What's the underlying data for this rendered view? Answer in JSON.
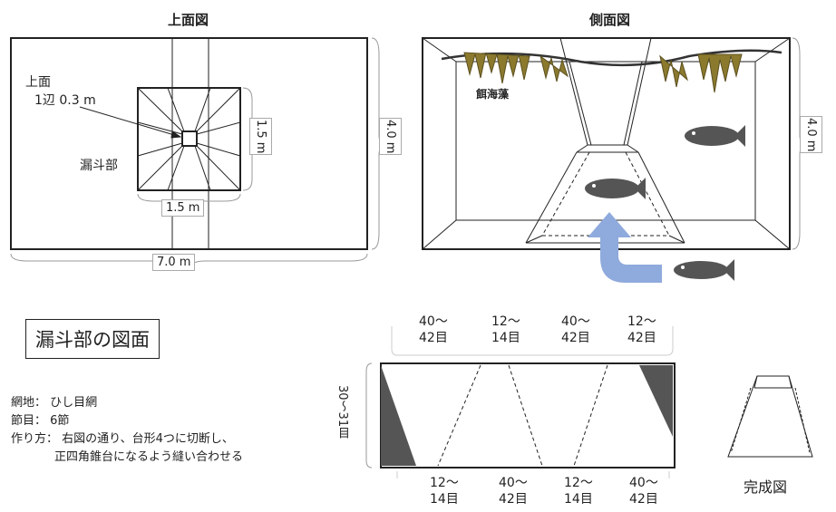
{
  "top_view": {
    "title": "上面図",
    "top_label_1": "上面",
    "top_label_2": "1辺 0.3 m",
    "funnel_label": "漏斗部",
    "dim_width": "7.0 m",
    "dim_height": "4.0 m",
    "dim_inner_w": "1.5 m",
    "dim_inner_h": "1.5 m"
  },
  "side_view": {
    "title": "側面図",
    "seaweed_label": "餌海藻",
    "dim_height": "4.0 m"
  },
  "funnel_drawing": {
    "title": "漏斗部の図面",
    "spec_net": "網地： ひし目網",
    "spec_mesh": "節目： 6節",
    "spec_method_1": "作り方： 右図の通り、台形4つに切断し、",
    "spec_method_2": "正四角錐台になるよう縫い合わせる",
    "left_dim_1": "30〜",
    "left_dim_2": "31目",
    "top_nums": [
      {
        "a": "40〜",
        "b": "42目"
      },
      {
        "a": "12〜",
        "b": "14目"
      },
      {
        "a": "40〜",
        "b": "42目"
      },
      {
        "a": "12〜",
        "b": "42目"
      }
    ],
    "bottom_nums": [
      {
        "a": "12〜",
        "b": "14目"
      },
      {
        "a": "40〜",
        "b": "42目"
      },
      {
        "a": "12〜",
        "b": "14目"
      },
      {
        "a": "40〜",
        "b": "42目"
      }
    ],
    "completed_label": "完成図"
  },
  "colors": {
    "arrow": "#8faadc",
    "seaweed": "#8b7a2e",
    "fish": "#555555",
    "shade": "#555555"
  }
}
